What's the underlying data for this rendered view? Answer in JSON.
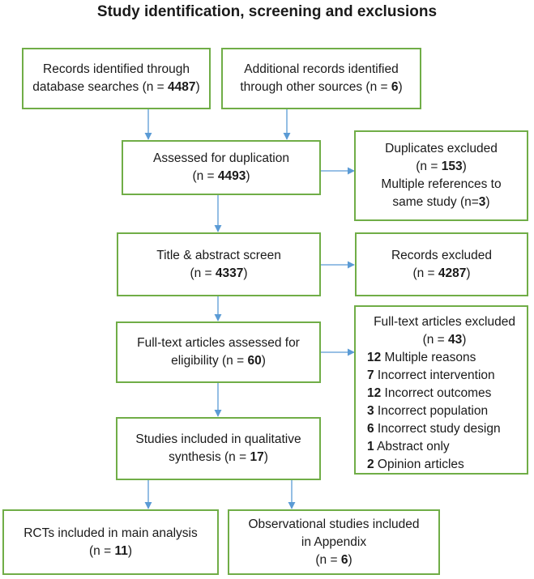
{
  "title": "Study identification, screening and exclusions",
  "boxes": {
    "records_db": {
      "l1": "Records identified through",
      "l2a": "database searches (n = ",
      "n": "4487",
      "l2b": ")"
    },
    "records_other": {
      "l1": "Additional records identified",
      "l2a": "through other sources (n = ",
      "n": "6",
      "l2b": ")"
    },
    "duplication": {
      "l1": "Assessed for duplication",
      "l2a": "(n = ",
      "n": "4493",
      "l2b": ")"
    },
    "duplicates_excluded": {
      "l1": "Duplicates excluded",
      "l2a": "(n = ",
      "n": "153",
      "l2b": ")",
      "l3": "Multiple references to",
      "l4a": "same study (n=",
      "n2": "3",
      "l4b": ")"
    },
    "screen": {
      "l1": "Title & abstract screen",
      "l2a": "(n = ",
      "n": "4337",
      "l2b": ")"
    },
    "records_excluded": {
      "l1": "Records excluded",
      "l2a": "(n = ",
      "n": "4287",
      "l2b": ")"
    },
    "fulltext": {
      "l1": "Full-text articles assessed for",
      "l2a": "eligibility (n = ",
      "n": "60",
      "l2b": ")"
    },
    "fulltext_excluded": {
      "l1": "Full-text articles excluded",
      "l2a": "(n = ",
      "n": "43",
      "l2b": ")",
      "reasons": [
        {
          "count": "12",
          "label": " Multiple reasons"
        },
        {
          "count": "7",
          "label": " Incorrect intervention"
        },
        {
          "count": "12",
          "label": " Incorrect outcomes"
        },
        {
          "count": "3",
          "label": " Incorrect population"
        },
        {
          "count": "6",
          "label": " Incorrect study design"
        },
        {
          "count": "1",
          "label": " Abstract only"
        },
        {
          "count": "2",
          "label": " Opinion articles"
        }
      ]
    },
    "qualitative": {
      "l1": "Studies included in qualitative",
      "l2a": "synthesis (n = ",
      "n": "17",
      "l2b": ")"
    },
    "rcts": {
      "l1": "RCTs included in main analysis",
      "l2a": "(n = ",
      "n": "11",
      "l2b": ")"
    },
    "observational": {
      "l1": "Observational studies included",
      "l2": "in Appendix",
      "l3a": "(n = ",
      "n": "6",
      "l3b": ")"
    }
  },
  "colors": {
    "box_border": "#70ad47",
    "arrow": "#5b9bd5"
  }
}
